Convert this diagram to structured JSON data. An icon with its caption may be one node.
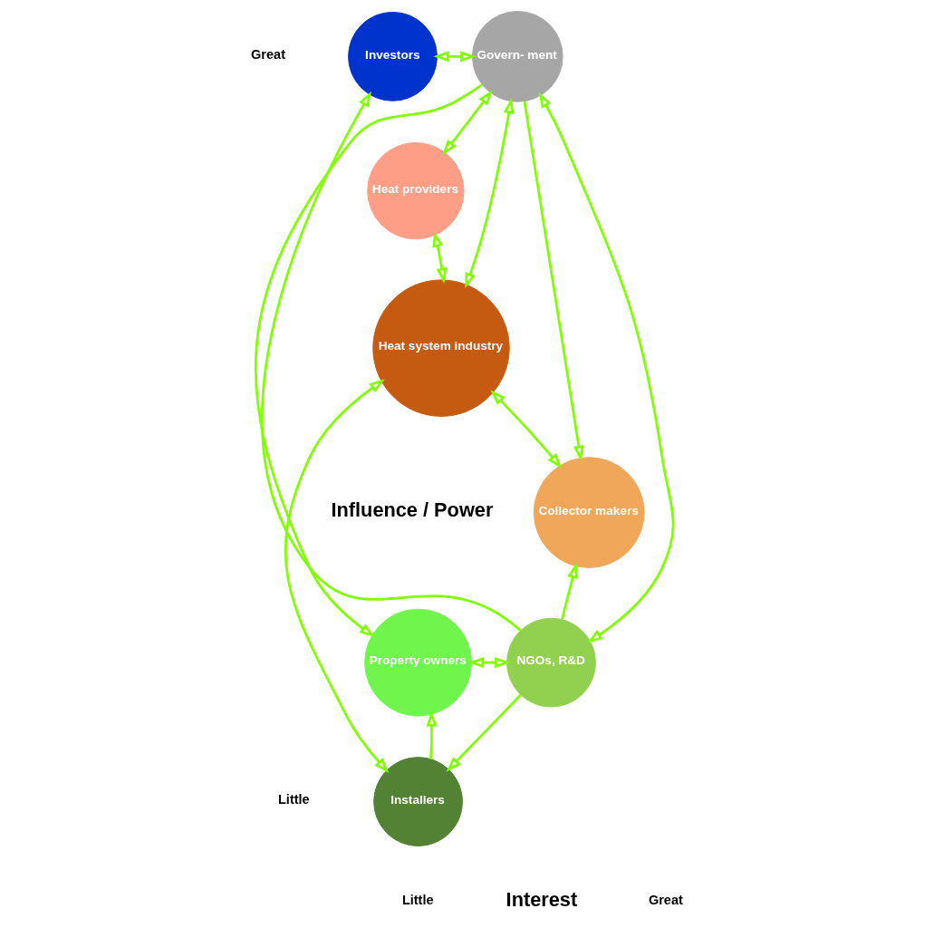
{
  "diagram": {
    "nodes": [
      {
        "text": [
          "Investors"
        ]
      },
      {
        "text": [
          "Govern- ment"
        ]
      },
      {
        "text": [
          "Heat providers"
        ]
      },
      {
        "text": [
          "Heat system industry"
        ]
      },
      {
        "text": [
          "Collector makers"
        ]
      },
      {
        "text": [
          "Property owners"
        ]
      },
      {
        "text": [
          "NGOs, R&D"
        ]
      },
      {
        "text": [
          "Installers"
        ]
      }
    ],
    "edges": [
      {
        "from": 0,
        "to": 1,
        "arrow": "both"
      },
      {
        "from": 1,
        "to": 2,
        "arrow": "both"
      },
      {
        "from": 3,
        "to": 2,
        "arrow": "both"
      },
      {
        "from": 1,
        "to": 3,
        "arrow": "both"
      },
      {
        "from": 1,
        "to": 5,
        "arrow": "to"
      },
      {
        "from": 1,
        "to": 6,
        "arrow": "both"
      },
      {
        "from": 1,
        "to": 4,
        "arrow": "to"
      },
      {
        "from": 6,
        "to": 0,
        "arrow": "to"
      },
      {
        "from": 3,
        "to": 4,
        "arrow": "both"
      },
      {
        "from": 7,
        "to": 3,
        "arrow": "both"
      },
      {
        "from": 7,
        "to": 5,
        "arrow": "to"
      },
      {
        "from": 5,
        "to": 6,
        "arrow": "both"
      },
      {
        "from": 6,
        "to": 7,
        "arrow": "to"
      },
      {
        "from": 6,
        "to": 4,
        "arrow": "to"
      }
    ],
    "labels": [
      "Great",
      "Influence / Power",
      "Little",
      "Little",
      "Interest",
      "Great"
    ]
  }
}
